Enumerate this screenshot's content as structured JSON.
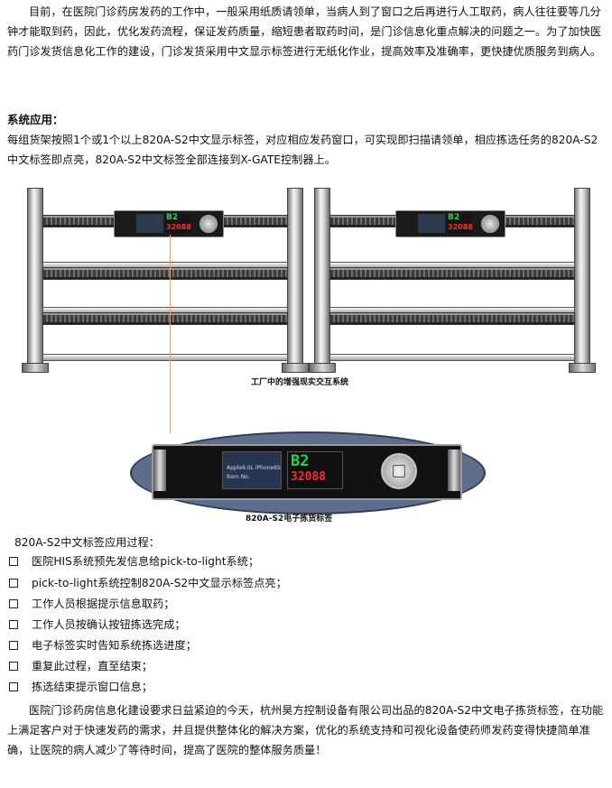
{
  "intro": "目前，在医院门诊药房发药的工作中，一般采用纸质请领单，当病人到了窗口之后再进行人工取药，病人往往要等几分钟才能取到药，因此，优化发药流程，保证发药质量，缩短患者取药时间，是门诊信息化重点解决的问题之一。为了加快医药门诊发货信息化工作的建设，门诊发货采用中文显示标签进行无纸化作业，提高效率及准确率，更快捷优质服务到病人。",
  "system": {
    "heading": "系统应用：",
    "body": "每组货架按照1个或1个以上820A-S2中文显示标签，对应相应发药窗口，可实现即扫描请领单，相应拣选任务的820A-S2中文标签即点亮，820A-S2中文标签全部连接到X-GATE控制器上。"
  },
  "diagram": {
    "caption1": "工厂中的增强现实交互系统",
    "caption2": "820A-S2电子拣货标签",
    "tag_location": "B2",
    "tag_number": "32088",
    "screen_line1": "Apple6.0L  iPhone6S",
    "screen_line2": "Item No.",
    "colors": {
      "green": "#26d24a",
      "red": "#ff2b2b",
      "ellipse": "#5d6e8c",
      "connector": "#f0a060"
    }
  },
  "process": {
    "title": "820A-S2中文标签应用过程：",
    "steps": [
      "医院HIS系统预先发信息给pick-to-light系统；",
      "pick-to-light系统控制820A-S2中文显示标签点亮；",
      "工作人员根据提示信息取药；",
      "工作人员按确认按钮拣选完成；",
      "电子标签实时告知系统拣选进度；",
      "重复此过程，直至结束；",
      "拣选结束提示窗口信息；"
    ]
  },
  "closing": "医院门诊药房信息化建设要求日益紧迫的今天，杭州昊方控制设备有限公司出品的820A-S2中文电子拣货标签，在功能上满足客户对于快速发药的需求，并且提供整体化的解决方案，优化的系统支持和可视化设备使药师发药变得快捷简单准确，让医院的病人减少了等待时间，提高了医院的整体服务质量！"
}
